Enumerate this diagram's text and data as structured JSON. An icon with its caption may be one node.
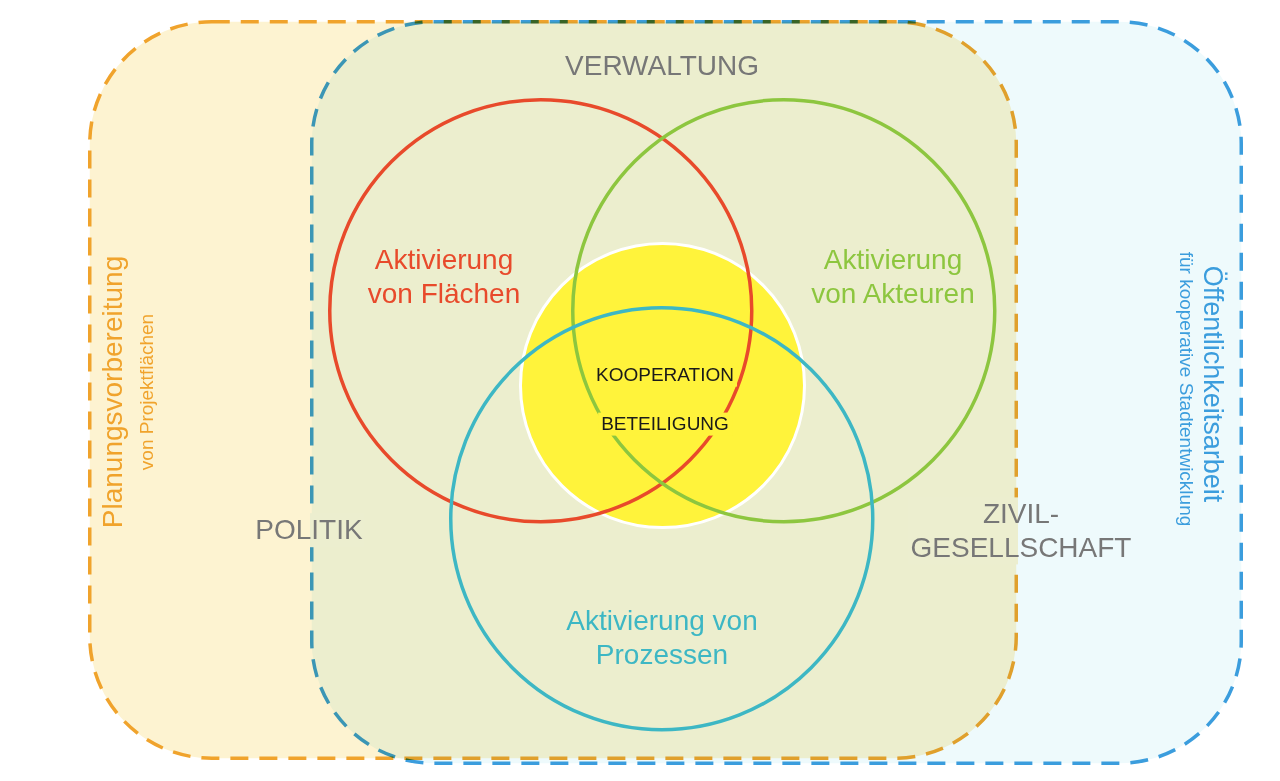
{
  "diagram": {
    "nodes": [
      {
        "text": [
          "Planungsvorbereitung",
          "von Projektflächen"
        ]
      },
      {
        "text": [
          "Öffentlichkeitsarbeit",
          "für kooperative Stadtentwicklung"
        ]
      },
      {
        "text": [
          "KOOPERATION",
          "BETEILIGUNG"
        ]
      },
      {
        "text": [
          "Aktivierung von Flächen"
        ]
      },
      {
        "text": [
          "Aktivierung von Akteuren"
        ]
      },
      {
        "text": [
          "Aktivierung von Prozessen"
        ]
      }
    ],
    "labels": [
      "VERWALTUNG",
      "POLITIK",
      "ZIVIL- GESELLSCHAFT"
    ]
  }
}
